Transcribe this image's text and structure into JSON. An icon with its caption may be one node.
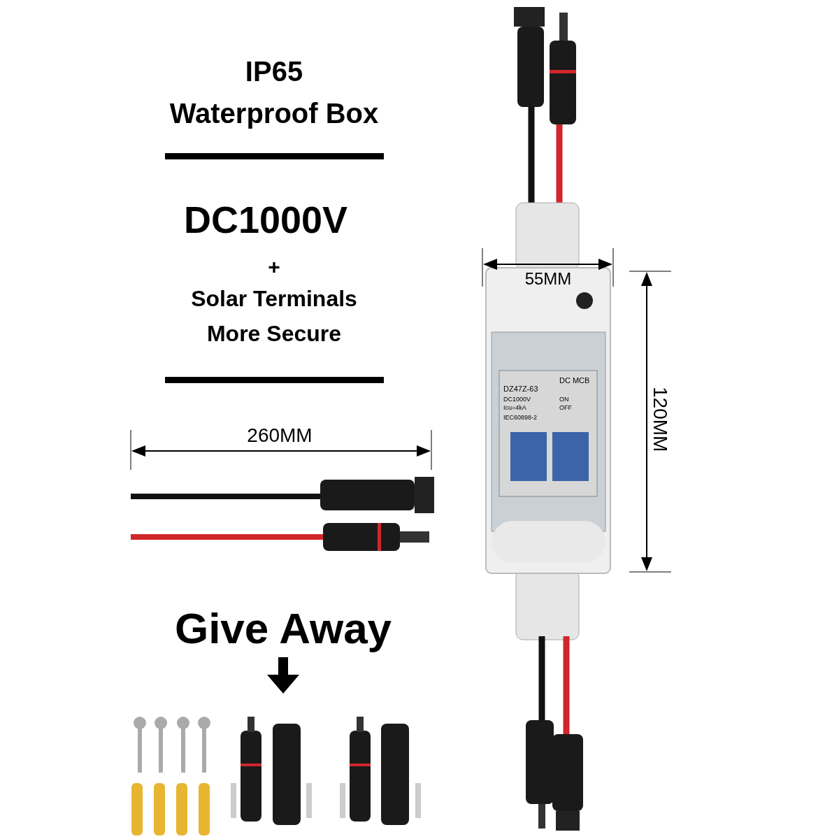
{
  "diagram": {
    "labels": [
      "IP65",
      "Waterproof Box",
      "DC1000V",
      "+",
      "Solar Terminals",
      "More Secure",
      "260MM",
      "55MM",
      "120MM",
      "DZ47Z-63",
      "DC MCB",
      "DC1000V",
      "Icu=4kA",
      "ON",
      "OFF",
      "IEC60898-2",
      "Give Away"
    ]
  }
}
